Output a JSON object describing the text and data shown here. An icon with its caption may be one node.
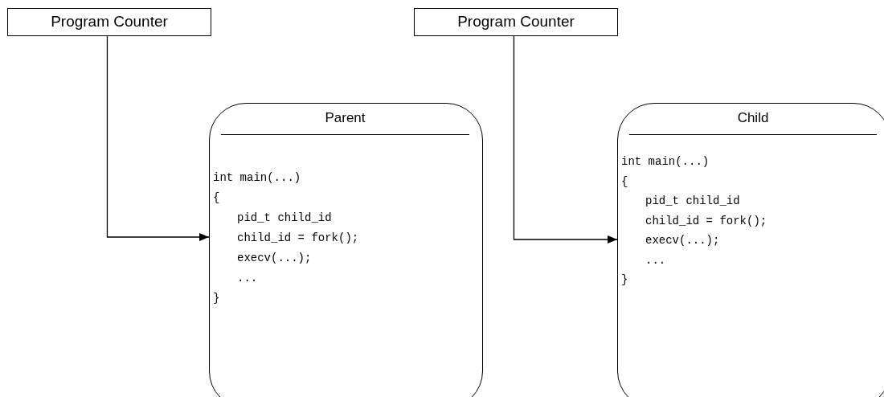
{
  "diagram": {
    "nodes": [
      {
        "text": [
          "Program Counter"
        ]
      },
      {
        "text": [
          "Parent",
          "int main(...)",
          "{",
          "pid_t child_id",
          "child_id = fork();",
          "execv(...);",
          "...",
          "}"
        ]
      },
      {
        "text": [
          "Program Counter"
        ]
      },
      {
        "text": [
          "Child",
          "int main(...)",
          "{",
          "pid_t child_id",
          "child_id = fork();",
          "execv(...);",
          "...",
          "}"
        ]
      }
    ],
    "edges": [
      {
        "from": 0,
        "to": 1,
        "arrow": "to"
      },
      {
        "from": 2,
        "to": 3,
        "arrow": "to"
      }
    ]
  }
}
